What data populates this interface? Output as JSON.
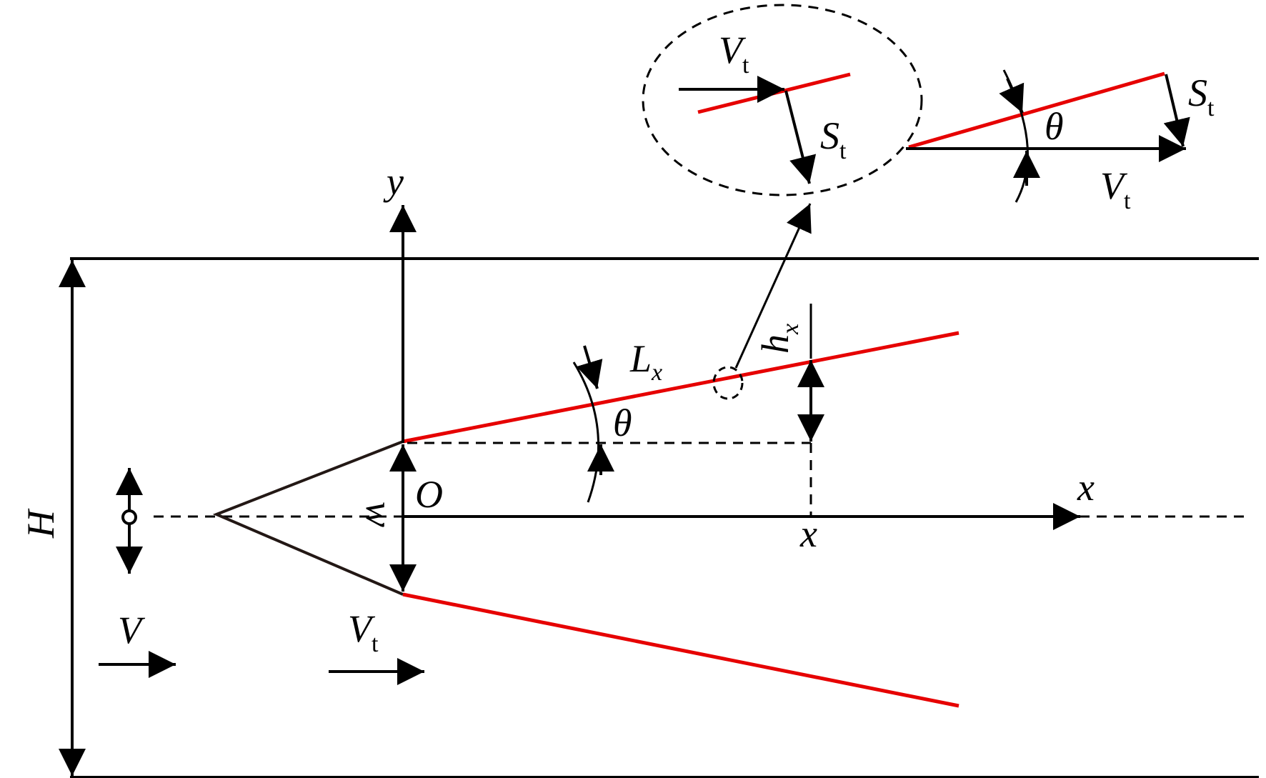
{
  "colors": {
    "ink": "#000000",
    "shear_layer": "#e60000",
    "background": "#ffffff"
  },
  "labels": {
    "y_axis": "y",
    "x_axis": "x",
    "x_position": "x",
    "origin": "O",
    "height": "H",
    "width": "w",
    "angle": "θ",
    "length_main": "L",
    "length_sub": "x",
    "offset_main": "h",
    "offset_sub": "x",
    "freestream_main": "V",
    "tip_velocity_main": "V",
    "tip_velocity_sub": "t",
    "shear_main": "S",
    "shear_sub": "t"
  }
}
